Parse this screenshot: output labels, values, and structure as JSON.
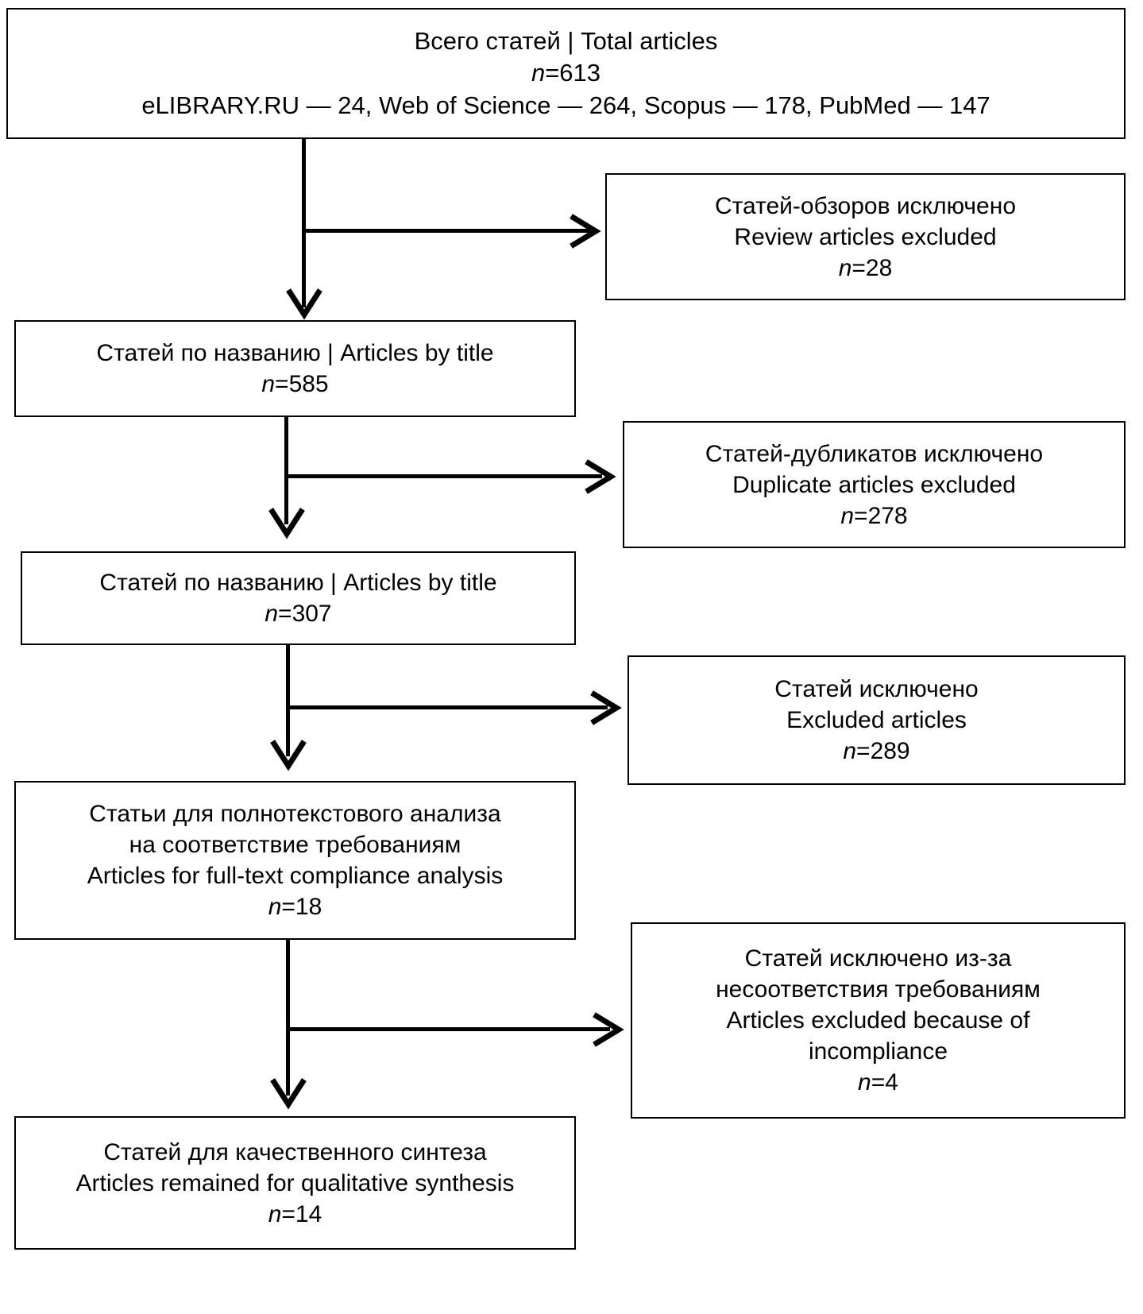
{
  "diagram": {
    "type": "prisma-flowchart",
    "nodes": [
      {
        "id": "total-articles",
        "side": "left",
        "lines": [
          "Всего статей | Total articles",
          "n=613",
          "eLIBRARY.RU — 24, Web of Science — 264, Scopus — 178, PubMed — 147"
        ],
        "n_value": 613
      },
      {
        "id": "review-excluded",
        "side": "right",
        "lines": [
          "Статей-обзоров исключено",
          "Review articles excluded",
          "n=28"
        ],
        "n_value": 28
      },
      {
        "id": "articles-by-title-1",
        "side": "left",
        "lines": [
          "Статей по названию | Articles by title",
          "n=585"
        ],
        "n_value": 585
      },
      {
        "id": "duplicates-excluded",
        "side": "right",
        "lines": [
          "Статей-дубликатов исключено",
          "Duplicate articles excluded",
          "n=278"
        ],
        "n_value": 278
      },
      {
        "id": "articles-by-title-2",
        "side": "left",
        "lines": [
          "Статей по названию | Articles by title",
          "n=307"
        ],
        "n_value": 307
      },
      {
        "id": "articles-excluded",
        "side": "right",
        "lines": [
          "Статей исключено",
          "Excluded articles",
          "n=289"
        ],
        "n_value": 289
      },
      {
        "id": "full-text-analysis",
        "side": "left",
        "lines": [
          "Статьи для полнотекстового анализа",
          "на соответствие требованиям",
          "Articles for full-text compliance analysis",
          "n=18"
        ],
        "n_value": 18
      },
      {
        "id": "incompliance-excluded",
        "side": "right",
        "lines": [
          "Статей исключено из-за",
          "несоответствия требованиям",
          "Articles excluded because of",
          "incompliance",
          "n=4"
        ],
        "n_value": 4
      },
      {
        "id": "qualitative-synthesis",
        "side": "left",
        "lines": [
          "Статей для качественного синтеза",
          "Articles remained for qualitative synthesis",
          "n=14"
        ],
        "n_value": 14
      }
    ]
  },
  "boxes": {
    "total": {
      "l1": "Всего статей | Total articles",
      "l2_prefix": "n",
      "l2_rest": "=613",
      "l3": "eLIBRARY.RU — 24, Web of Science — 264, Scopus — 178, PubMed — 147"
    },
    "review_excluded": {
      "l1": "Статей-обзоров исключено",
      "l2": "Review articles excluded",
      "l3_prefix": "n",
      "l3_rest": "=28"
    },
    "by_title_1": {
      "l1": "Статей по названию | Articles by title",
      "l2_prefix": "n",
      "l2_rest": "=585"
    },
    "duplicates_excluded": {
      "l1": "Статей-дубликатов исключено",
      "l2": "Duplicate articles excluded",
      "l3_prefix": "n",
      "l3_rest": "=278"
    },
    "by_title_2": {
      "l1": "Статей по названию | Articles by title",
      "l2_prefix": "n",
      "l2_rest": "=307"
    },
    "excluded_articles": {
      "l1": "Статей исключено",
      "l2": "Excluded articles",
      "l3_prefix": "n",
      "l3_rest": "=289"
    },
    "full_text": {
      "l1": "Статьи для полнотекстового анализа",
      "l2": "на соответствие требованиям",
      "l3": "Articles for full-text compliance analysis",
      "l4_prefix": "n",
      "l4_rest": "=18"
    },
    "incompliance": {
      "l1": "Статей исключено из-за",
      "l2": "несоответствия требованиям",
      "l3": "Articles excluded because of",
      "l4": "incompliance",
      "l5_prefix": "n",
      "l5_rest": "=4"
    },
    "synthesis": {
      "l1": "Статей для качественного синтеза",
      "l2": "Articles remained for qualitative synthesis",
      "l3_prefix": "n",
      "l3_rest": "=14"
    }
  },
  "colors": {
    "stroke": "#000000",
    "background": "#ffffff",
    "text": "#000000"
  }
}
